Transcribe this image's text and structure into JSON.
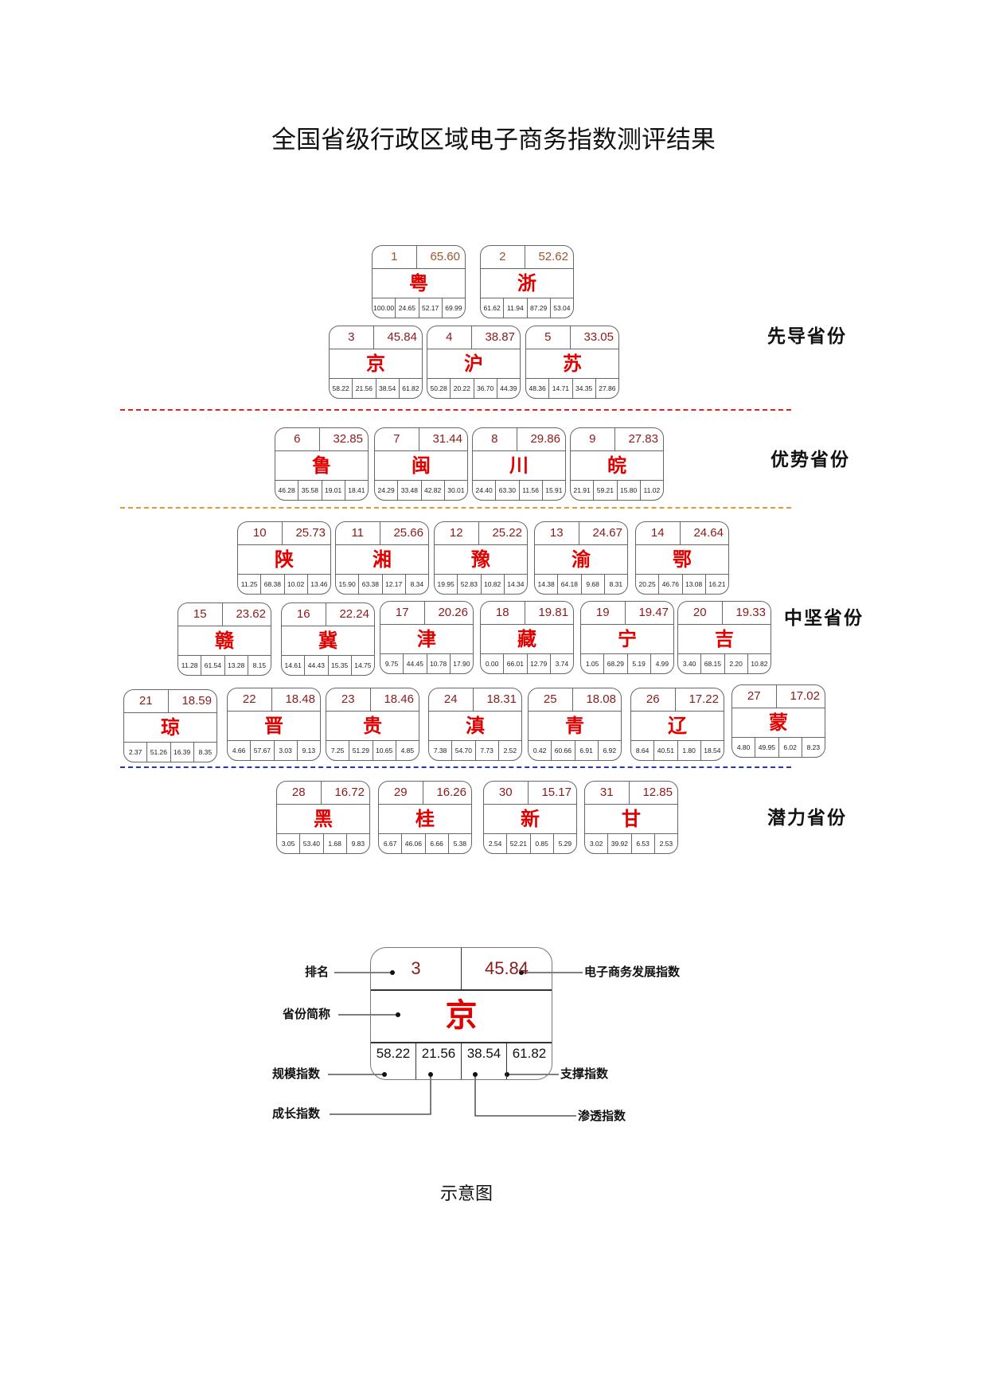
{
  "title": "全国省级行政区域电子商务指数测评结果",
  "groups": [
    {
      "label": "先导省份",
      "line_color": "#dd2222"
    },
    {
      "label": "优势省份",
      "line_color": "#e09a30"
    },
    {
      "label": "中坚省份",
      "line_color": "#2233cc"
    },
    {
      "label": "潜力省份"
    }
  ],
  "provinces": [
    {
      "rank": "1",
      "index": "65.60",
      "abbr": "粤",
      "sub": [
        "100.00",
        "24.65",
        "52.17",
        "69.99"
      ]
    },
    {
      "rank": "2",
      "index": "52.62",
      "abbr": "浙",
      "sub": [
        "61.62",
        "11.94",
        "87.29",
        "53.04"
      ]
    },
    {
      "rank": "3",
      "index": "45.84",
      "abbr": "京",
      "sub": [
        "58.22",
        "21.56",
        "38.54",
        "61.82"
      ]
    },
    {
      "rank": "4",
      "index": "38.87",
      "abbr": "沪",
      "sub": [
        "50.28",
        "20.22",
        "36.70",
        "44.39"
      ]
    },
    {
      "rank": "5",
      "index": "33.05",
      "abbr": "苏",
      "sub": [
        "48.36",
        "14.71",
        "34.35",
        "27.86"
      ]
    },
    {
      "rank": "6",
      "index": "32.85",
      "abbr": "鲁",
      "sub": [
        "46.28",
        "35.58",
        "19.01",
        "18.41"
      ]
    },
    {
      "rank": "7",
      "index": "31.44",
      "abbr": "闽",
      "sub": [
        "24.29",
        "33.48",
        "42.82",
        "30.01"
      ]
    },
    {
      "rank": "8",
      "index": "29.86",
      "abbr": "川",
      "sub": [
        "24.40",
        "63.30",
        "11.56",
        "15.91"
      ]
    },
    {
      "rank": "9",
      "index": "27.83",
      "abbr": "皖",
      "sub": [
        "21.91",
        "59.21",
        "15.80",
        "11.02"
      ]
    },
    {
      "rank": "10",
      "index": "25.73",
      "abbr": "陕",
      "sub": [
        "11.25",
        "68.38",
        "10.02",
        "13.46"
      ]
    },
    {
      "rank": "11",
      "index": "25.66",
      "abbr": "湘",
      "sub": [
        "15.90",
        "63.38",
        "12.17",
        "8.34"
      ]
    },
    {
      "rank": "12",
      "index": "25.22",
      "abbr": "豫",
      "sub": [
        "19.95",
        "52.83",
        "10.82",
        "14.34"
      ]
    },
    {
      "rank": "13",
      "index": "24.67",
      "abbr": "渝",
      "sub": [
        "14.38",
        "64.18",
        "9.68",
        "8.31"
      ]
    },
    {
      "rank": "14",
      "index": "24.64",
      "abbr": "鄂",
      "sub": [
        "20.25",
        "46.76",
        "13.08",
        "16.21"
      ]
    },
    {
      "rank": "15",
      "index": "23.62",
      "abbr": "赣",
      "sub": [
        "11.28",
        "61.54",
        "13.28",
        "8.15"
      ]
    },
    {
      "rank": "16",
      "index": "22.24",
      "abbr": "冀",
      "sub": [
        "14.61",
        "44.43",
        "15.35",
        "14.75"
      ]
    },
    {
      "rank": "17",
      "index": "20.26",
      "abbr": "津",
      "sub": [
        "9.75",
        "44.45",
        "10.78",
        "17.90"
      ]
    },
    {
      "rank": "18",
      "index": "19.81",
      "abbr": "藏",
      "sub": [
        "0.00",
        "66.01",
        "12.79",
        "3.74"
      ]
    },
    {
      "rank": "19",
      "index": "19.47",
      "abbr": "宁",
      "sub": [
        "1.05",
        "68.29",
        "5.19",
        "4.99"
      ]
    },
    {
      "rank": "20",
      "index": "19.33",
      "abbr": "吉",
      "sub": [
        "3.40",
        "68.15",
        "2.20",
        "10.82"
      ]
    },
    {
      "rank": "21",
      "index": "18.59",
      "abbr": "琼",
      "sub": [
        "2.37",
        "51.26",
        "16.39",
        "8.35"
      ]
    },
    {
      "rank": "22",
      "index": "18.48",
      "abbr": "晋",
      "sub": [
        "4.66",
        "57.67",
        "3.03",
        "9.13"
      ]
    },
    {
      "rank": "23",
      "index": "18.46",
      "abbr": "贵",
      "sub": [
        "7.25",
        "51.29",
        "10.65",
        "4.85"
      ]
    },
    {
      "rank": "24",
      "index": "18.31",
      "abbr": "滇",
      "sub": [
        "7.38",
        "54.70",
        "7.73",
        "2.52"
      ]
    },
    {
      "rank": "25",
      "index": "18.08",
      "abbr": "青",
      "sub": [
        "0.42",
        "60.66",
        "6.91",
        "6.92"
      ]
    },
    {
      "rank": "26",
      "index": "17.22",
      "abbr": "辽",
      "sub": [
        "8.64",
        "40.51",
        "1.80",
        "18.54"
      ]
    },
    {
      "rank": "27",
      "index": "17.02",
      "abbr": "蒙",
      "sub": [
        "4.80",
        "49.95",
        "6.02",
        "8.23"
      ]
    },
    {
      "rank": "28",
      "index": "16.72",
      "abbr": "黑",
      "sub": [
        "3.05",
        "53.40",
        "1.68",
        "9.83"
      ]
    },
    {
      "rank": "29",
      "index": "16.26",
      "abbr": "桂",
      "sub": [
        "6.67",
        "46.06",
        "6.66",
        "5.38"
      ]
    },
    {
      "rank": "30",
      "index": "15.17",
      "abbr": "新",
      "sub": [
        "2.54",
        "52.21",
        "0.85",
        "5.29"
      ]
    },
    {
      "rank": "31",
      "index": "12.85",
      "abbr": "甘",
      "sub": [
        "3.02",
        "39.92",
        "6.53",
        "2.53"
      ]
    }
  ],
  "legend": {
    "sample": {
      "rank": "3",
      "index": "45.84",
      "abbr": "京",
      "sub": [
        "58.22",
        "21.56",
        "38.54",
        "61.82"
      ]
    },
    "labels": {
      "rank": "排名",
      "index": "电子商务发展指数",
      "abbr": "省份简称",
      "scale": "规模指数",
      "growth": "成长指数",
      "penetration": "渗透指数",
      "support": "支撑指数"
    },
    "caption": "示意图"
  }
}
